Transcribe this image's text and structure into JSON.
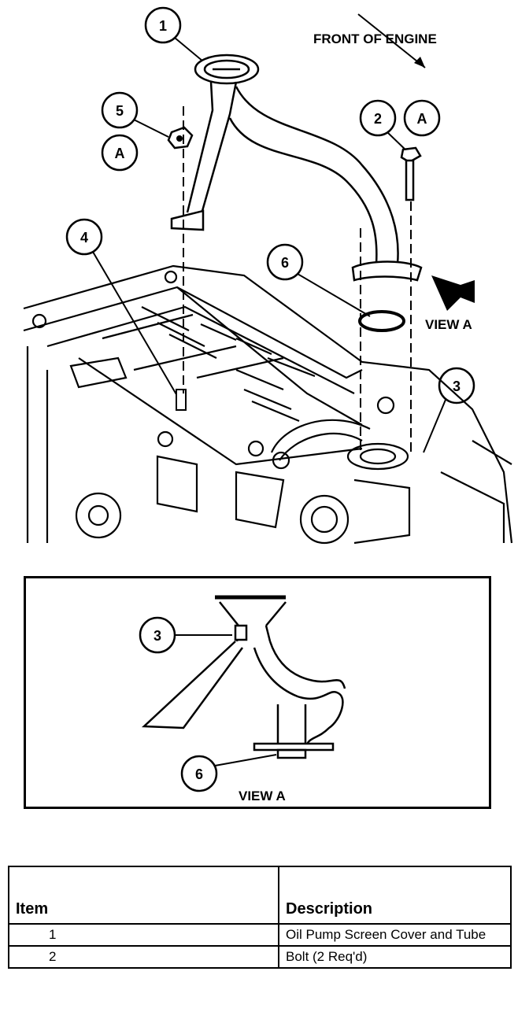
{
  "diagram": {
    "front_label": "FRONT OF ENGINE",
    "view_a_label": "VIEW A",
    "callouts": [
      "1",
      "2",
      "3",
      "4",
      "5",
      "6",
      "A"
    ]
  },
  "view_a": {
    "label": "VIEW A",
    "callouts": [
      "3",
      "6"
    ]
  },
  "table": {
    "headers": [
      "Item",
      "Description"
    ],
    "rows": [
      {
        "item": "1",
        "description": "Oil Pump Screen Cover and Tube"
      },
      {
        "item": "2",
        "description": "Bolt (2 Req'd)"
      }
    ]
  }
}
